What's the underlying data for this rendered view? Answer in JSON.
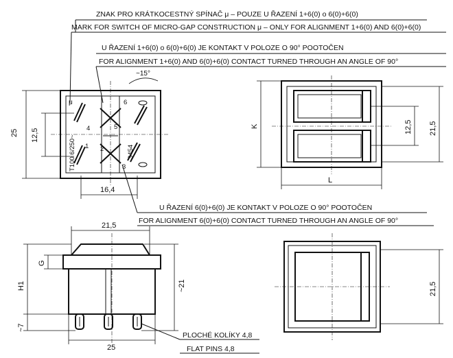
{
  "notes": {
    "cz_mark": "ZNAK PRO KRÁTKOCESTNÝ SPÍNAČ μ – POUZE U ŘAZENÍ 1+6(0) o 6(0)+6(0)",
    "en_mark": "MARK FOR SWITCH OF MICRO-GAP CONSTRUCTION μ – ONLY FOR ALIGNMENT 1+6(0) AND 6(0)+6(0)",
    "cz_top": "U ŘAZENÍ 1+6(0) o 6(0)+6(0) JE KONTAKT V POLOZE O 90° POOTOČEN",
    "en_top": "FOR ALIGNMENT 1+6(0) AND 6(0)+6(0) CONTACT TURNED THROUGH AN ANGLE OF 90°",
    "cz_mid": "U ŘAZENÍ 6(0)+6(0) JE KONTAKT V POLOZE O 90° POOTOČEN",
    "en_mid": "FOR ALIGNMENT 6(0)+6(0) CONTACT TURNED THROUGH AN ANGLE OF 90°",
    "cz_pins": "PLOCHÉ KOLÍKY 4,8",
    "en_pins": "FLAT PINS 4,8"
  },
  "switch_face": {
    "mu": "μ",
    "rating": "T100 6/250~",
    "code": "3454",
    "terminals": [
      "6",
      "4",
      "5",
      "2",
      "1",
      "3"
    ]
  },
  "dimensions": {
    "angle": "~15°",
    "height_total": "25",
    "pitch": "12,5",
    "width_bottom": "16,4",
    "k": "K",
    "l": "L",
    "rocker_pitch": "12,5",
    "rocker_height": "21,5",
    "side_width": "21,5",
    "g": "G",
    "h1": "H1",
    "body_height": "~21",
    "pin_length": "~7",
    "base_width": "25",
    "front_height": "21,5"
  }
}
